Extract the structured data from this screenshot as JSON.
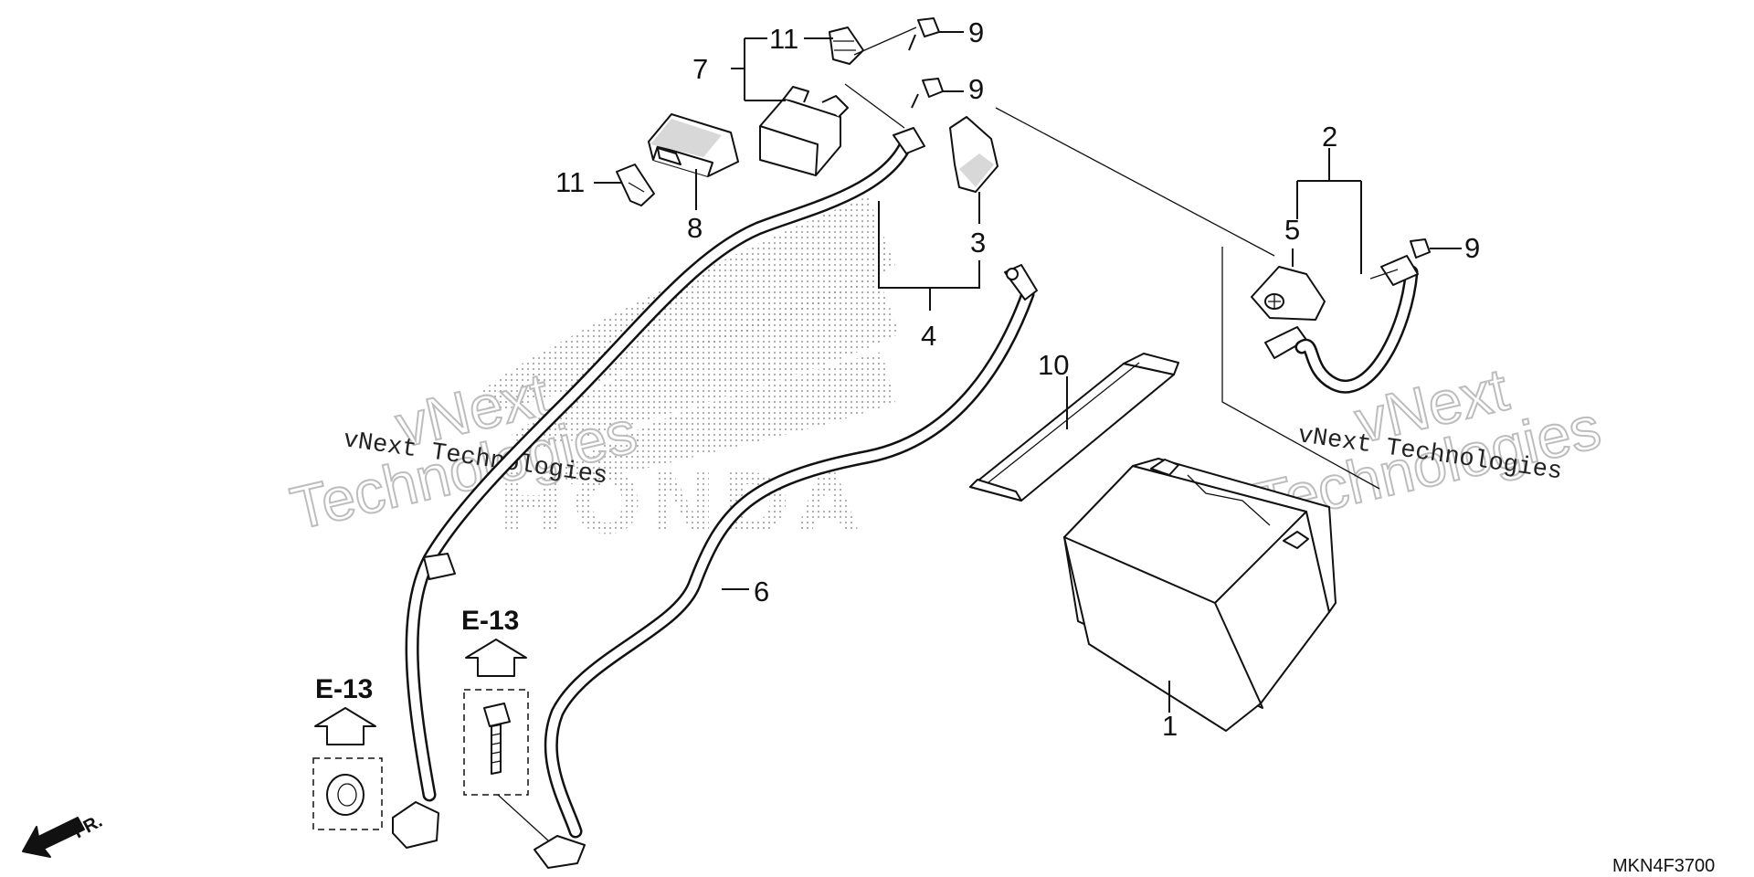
{
  "callouts": {
    "n1": "1",
    "n2": "2",
    "n3": "3",
    "n4": "4",
    "n5": "5",
    "n6": "6",
    "n7": "7",
    "n8": "8",
    "n9a": "9",
    "n9b": "9",
    "n9c": "9",
    "n10": "10",
    "n11a": "11",
    "n11b": "11"
  },
  "references": {
    "left": "E-13",
    "right": "E-13"
  },
  "direction_label": "FR.",
  "diagram_code": "MKN4F3700",
  "watermark": {
    "big_left_1": "vNext",
    "big_left_2": "Technologies",
    "big_right_1": "vNext",
    "big_right_2": "Technologies",
    "small_left": "vNext Technologies",
    "small_right": "vNext Technologies"
  },
  "background_logo": "HONDA"
}
